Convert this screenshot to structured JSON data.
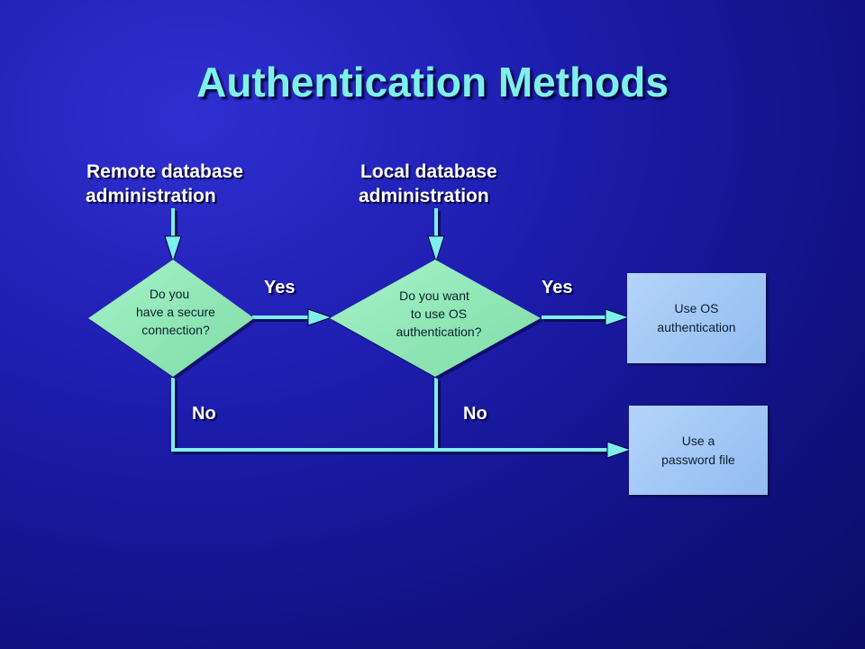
{
  "slide": {
    "title": "Authentication Methods"
  },
  "headers": {
    "remote": [
      "Remote database",
      "administration"
    ],
    "local": [
      "Local database",
      "administration"
    ]
  },
  "decisions": {
    "secure_connection": [
      "Do you",
      "have a secure",
      "connection?"
    ],
    "os_auth": [
      "Do you want",
      "to use OS",
      "authentication?"
    ]
  },
  "outcomes": {
    "os_auth": [
      "Use OS",
      "authentication"
    ],
    "password_file": [
      "Use a",
      "password file"
    ]
  },
  "edge_labels": {
    "yes_1": "Yes",
    "yes_2": "Yes",
    "no_1": "No",
    "no_2": "No"
  },
  "colors": {
    "background": "#1d1dae",
    "title": "#7ef0ea",
    "diamond": "#8fe9b4",
    "connector": "#7ef0ea",
    "outcome_box": "#a8cdf6"
  }
}
